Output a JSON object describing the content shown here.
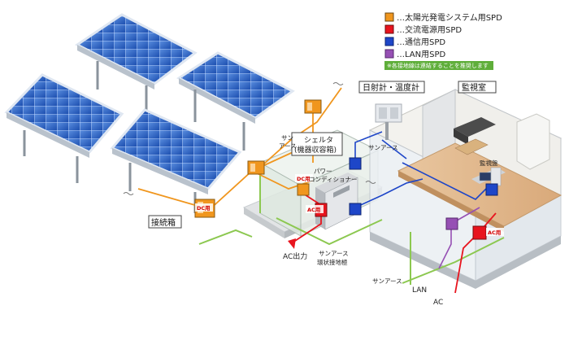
{
  "legend": {
    "items": [
      {
        "label": "…太陽光発電システム用SPD",
        "color": "#f0961e"
      },
      {
        "label": "…交流電源用SPD",
        "color": "#e8141e"
      },
      {
        "label": "…通信用SPD",
        "color": "#1e46c8"
      },
      {
        "label": "…LAN用SPD",
        "color": "#9650b4"
      }
    ],
    "note": "※各接地線は連結することを推奨します"
  },
  "labels": {
    "junction_box": "接続箱",
    "shelter_line1": "シェルタ",
    "shelter_line2": "(機器収容箱)",
    "pcs_line1": "パワー",
    "pcs_line2": "コンディショナー",
    "sensor": "日射計・温度計",
    "monitor_room": "監視室",
    "monitor_panel": "監視盤",
    "sun_earth_1a": "サン",
    "sun_earth_1b": "アース",
    "sun_earth_2": "サンアース",
    "sun_earth_3a": "サンアース",
    "sun_earth_3b": "環状接地極",
    "sun_earth_4": "サンアース",
    "ac_out": "AC出力",
    "lan": "LAN",
    "ac": "AC"
  },
  "tags": {
    "dc": "DC用",
    "ac": "AC用"
  },
  "colors": {
    "pv": "#f0961e",
    "ac": "#e8141e",
    "comm": "#1e46c8",
    "lan": "#9650b4",
    "ground": "#8cc850"
  }
}
